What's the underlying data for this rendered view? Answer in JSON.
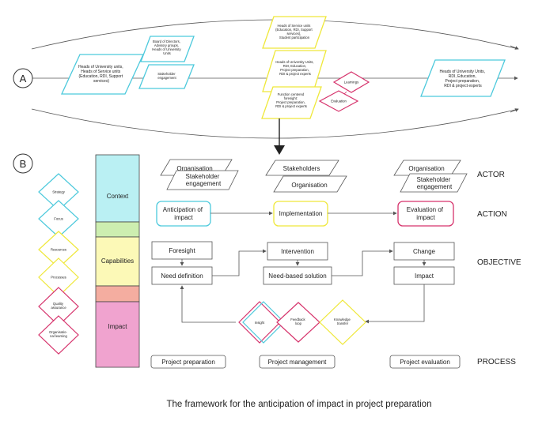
{
  "section_a": {
    "marker": "A",
    "left_shape": [
      "Heads of University units,",
      "Heads of Service units",
      "(Education, RDI, Support",
      "services)"
    ],
    "board_shape": [
      "Board of Directors,",
      "Advisory groups,",
      "Heads of University",
      "Units"
    ],
    "stakeholder_shape": [
      "Stakeholder",
      "engagement"
    ],
    "service_shape": [
      "Heads of Service units",
      "(Education, RDI, Support",
      "services),",
      "Student participation"
    ],
    "university_shape": [
      "Heads of University Units,",
      "RDI, Education,",
      "Project preparation,",
      "RDI & project experts"
    ],
    "foresight_shape": [
      "Function centered",
      "foresight:",
      "Project preparation,",
      "RDI & project experts"
    ],
    "learnings": "Learnings",
    "evaluation": "Evaluation",
    "right_shape": [
      "Heads of University Units,",
      "RDI, Education,",
      "Project preparation,",
      "RDI & project experts"
    ]
  },
  "section_b": {
    "marker": "B",
    "legend": [
      "Strategy",
      "Focus",
      "Resources",
      "Processes",
      [
        "Quality",
        "assurance"
      ],
      [
        "Organisatio-",
        "nal learning"
      ]
    ],
    "column": {
      "context": "Context",
      "capabilities": "Capabilities",
      "impact": "Impact"
    },
    "actor": {
      "left_back": "Organisation",
      "left_front": [
        "Stakeholder",
        "engagement"
      ],
      "mid_back": "Stakeholders",
      "mid_front": "Organisation",
      "right_back": "Organisation",
      "right_front": [
        "Stakeholder",
        "engagement"
      ]
    },
    "action": {
      "anticipation": [
        "Anticipation of",
        "impact"
      ],
      "implementation": "Implementation",
      "evaluation": [
        "Evaluation of",
        "impact"
      ]
    },
    "objective": {
      "foresight": "Foresight",
      "need_definition": "Need definition",
      "intervention": "Intervention",
      "need_based_solution": "Need-based solution",
      "change": "Change",
      "impact": "Impact"
    },
    "loop": {
      "insight": "Insight",
      "feedback": [
        "Feedback",
        "loop"
      ],
      "knowledge": [
        "Knowledge",
        "transfer"
      ]
    },
    "process": {
      "preparation": "Project preparation",
      "management": "Project management",
      "evaluation": "Project evaluation"
    },
    "row_labels": {
      "actor": "ACTOR",
      "action": "ACTION",
      "objective": "OBJECTIVE",
      "process": "PROCESS"
    }
  },
  "caption": "The framework for the anticipation of impact in project preparation",
  "colors": {
    "cyan": "#4cc9dc",
    "yellow": "#efe83a",
    "magenta": "#d6336c",
    "gray": "#555555",
    "context_fill": "#baf0f3",
    "green_fill": "#cdeeb0",
    "capabilities_fill": "#fcf9b7",
    "salmon_fill": "#f4ada0",
    "impact_fill": "#f0a3cf"
  }
}
